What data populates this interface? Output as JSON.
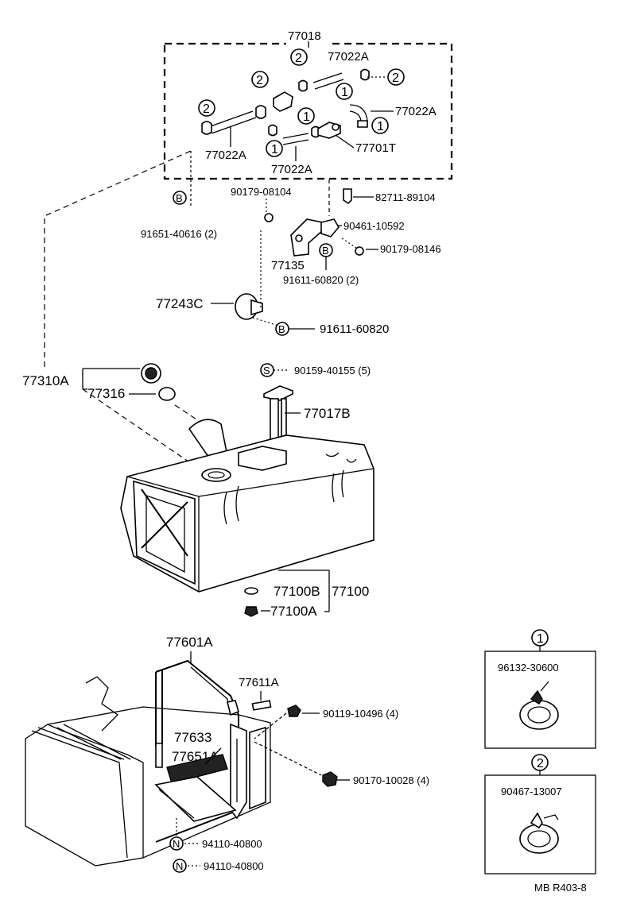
{
  "labels": {
    "p77018": "77018",
    "p77022A_1": "77022A",
    "p77022A_2": "77022A",
    "p77022A_3": "77022A",
    "p77022A_4": "77022A",
    "p77701T": "77701T",
    "p90179_08104": "90179-08104",
    "p82711_89104": "82711-89104",
    "p91651_40616": "91651-40616 (2)",
    "p90461_10592": "90461-10592",
    "p90179_08146": "90179-08146",
    "p77135": "77135",
    "p91611_60820_2": "91611-60820 (2)",
    "p77243C": "77243C",
    "p91611_60820": "91611-60820",
    "p90159_40155": "90159-40155 (5)",
    "p77310A": "77310A",
    "p77316": "77316",
    "p77017B": "77017B",
    "p77100B": "77100B",
    "p77100": "77100",
    "p77100A": "77100A",
    "p77601A": "77601A",
    "p77611A": "77611A",
    "p90119_10496": "90119-10496 (4)",
    "p77633": "77633",
    "p77651A": "77651A",
    "p90170_10028": "90170-10028 (4)",
    "p94110_40800_a": "94110-40800",
    "p94110_40800_b": "94110-40800",
    "p96132_30600": "96132-30600",
    "p90467_13007": "90467-13007",
    "code": "MB R403-8"
  },
  "markers": {
    "one": "1",
    "two": "2",
    "B": "B",
    "S": "S",
    "N": "N"
  }
}
